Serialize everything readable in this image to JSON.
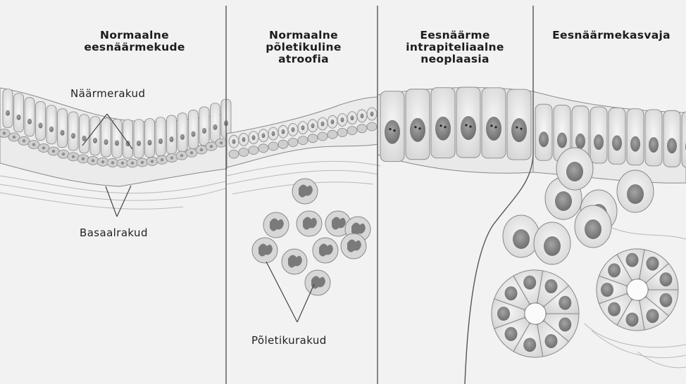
{
  "panels": [
    {
      "title": "Normaalne\neesnäärmekude"
    },
    {
      "title": "Normaalne\npõletikuline\natroofia"
    },
    {
      "title": "Eesnäärme\nintrapiteliaalne\nneoplaasia"
    },
    {
      "title": "Eesnäärmekasvaja"
    }
  ],
  "labels": {
    "secretory": "Näärmerakud",
    "basal": "Basaalrakud",
    "inflammatory": "Põletikurakud"
  },
  "colors": {
    "background": "#f2f2f2",
    "cell_fill": "#eeeeee",
    "cell_stroke": "#888888",
    "nucleus": "#8e8e8e",
    "basal_fill": "#cfcfcf",
    "divider": "#555555"
  }
}
